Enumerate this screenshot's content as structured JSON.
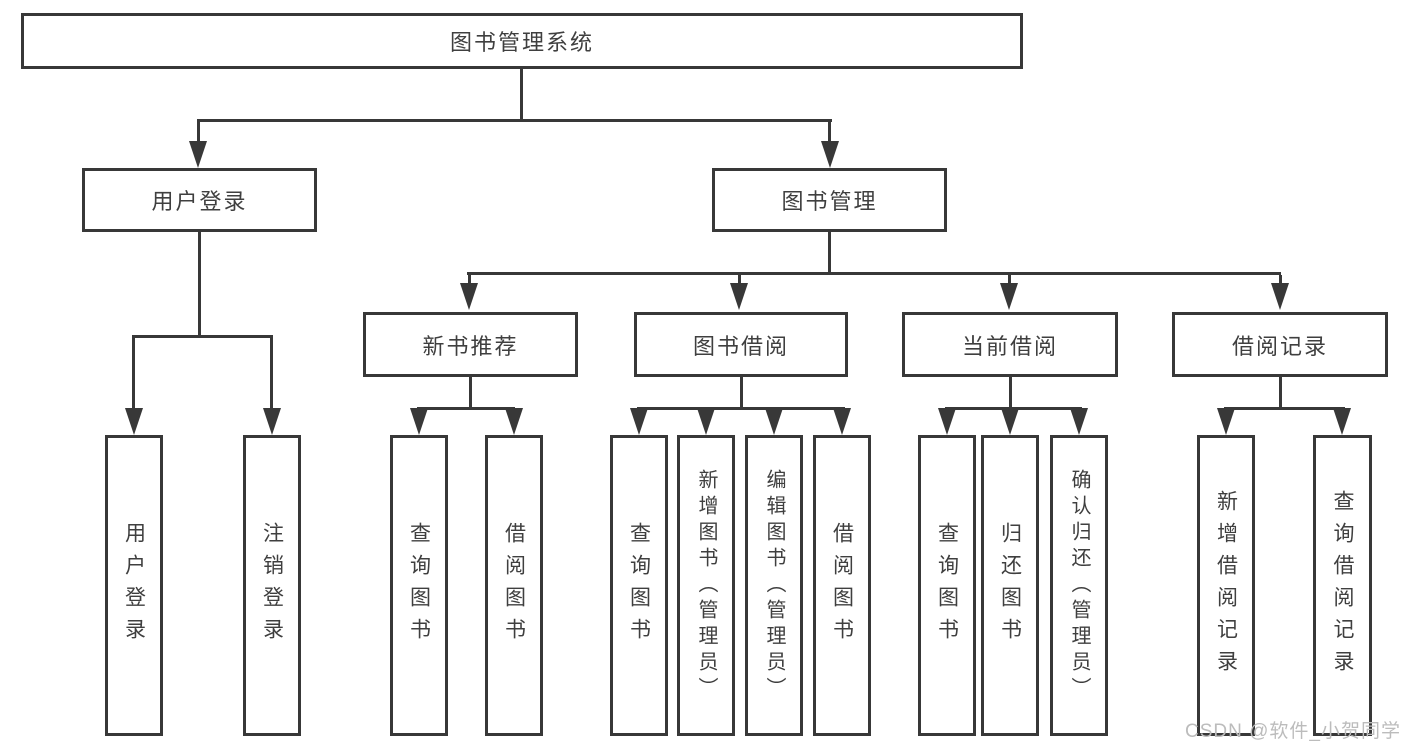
{
  "nodes": {
    "root": "图书管理系统",
    "user_login": "用户登录",
    "book_management": "图书管理",
    "new_book_recommend": "新书推荐",
    "book_borrow": "图书借阅",
    "current_borrow": "当前借阅",
    "borrow_records": "借阅记录"
  },
  "leaves": [
    "用户登录",
    "注销登录",
    "查询图书",
    "借阅图书",
    "查询图书",
    "新增图书（管理员）",
    "编辑图书（管理员）",
    "借阅图书",
    "查询图书",
    "归还图书",
    "确认归还（管理员）",
    "新增借阅记录",
    "查询借阅记录"
  ],
  "watermark": "CSDN @软件_小贺同学",
  "colors": {
    "line": "#383838",
    "text": "#3f3f3f",
    "watermark": "#bcbcbc",
    "background": "#ffffff"
  }
}
